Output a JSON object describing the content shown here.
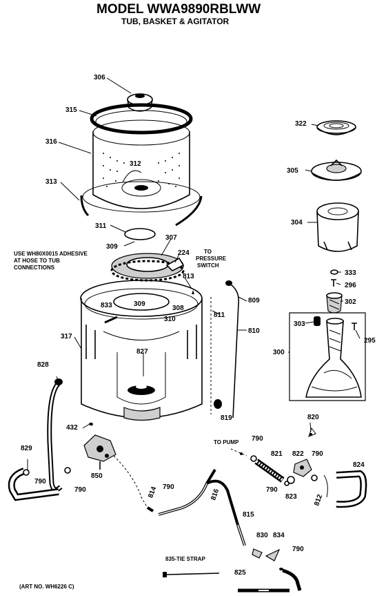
{
  "header": {
    "model": "MODEL WWA9890RBLWW",
    "subtitle": "TUB, BASKET & AGITATOR"
  },
  "notes": {
    "adhesive_line1": "USE WH80X0015 ADHESIVE",
    "adhesive_line2": "AT HOSE TO TUB",
    "adhesive_line3": "CONNECTIONS",
    "pressure_line1": "TO",
    "pressure_line2": "PRESSURE",
    "pressure_line3": "SWITCH",
    "to_pump": "TO PUMP",
    "tie_strap": "835-TIE STRAP",
    "art_no": "(ART NO. WH6226 C)"
  },
  "parts": {
    "p306": "306",
    "p315a": "315",
    "p316": "316",
    "p312": "312",
    "p313": "313",
    "p311": "311",
    "p309a": "309",
    "p307": "307",
    "p224": "224",
    "p813": "813",
    "p811": "811",
    "p809": "809",
    "p833": "833",
    "p309b": "309",
    "p308": "308",
    "p310": "310",
    "p810": "810",
    "p317": "317",
    "p827": "827",
    "p828": "828",
    "p819": "819",
    "p432": "432",
    "p829": "829",
    "p790a": "790",
    "p790b": "790",
    "p850": "850",
    "p814": "814",
    "p790c": "790",
    "p816": "816",
    "p815": "815",
    "p790d": "790",
    "p821": "821",
    "p822": "822",
    "p790e": "790",
    "p790f": "790",
    "p823": "823",
    "p812": "812",
    "p824": "824",
    "p830": "830",
    "p834": "834",
    "p790g": "790",
    "p825": "825",
    "p820": "820",
    "p322": "322",
    "p305": "305",
    "p304": "304",
    "p333": "333",
    "p296": "296",
    "p302": "302",
    "p303": "303",
    "p295": "295",
    "p300": "300"
  }
}
